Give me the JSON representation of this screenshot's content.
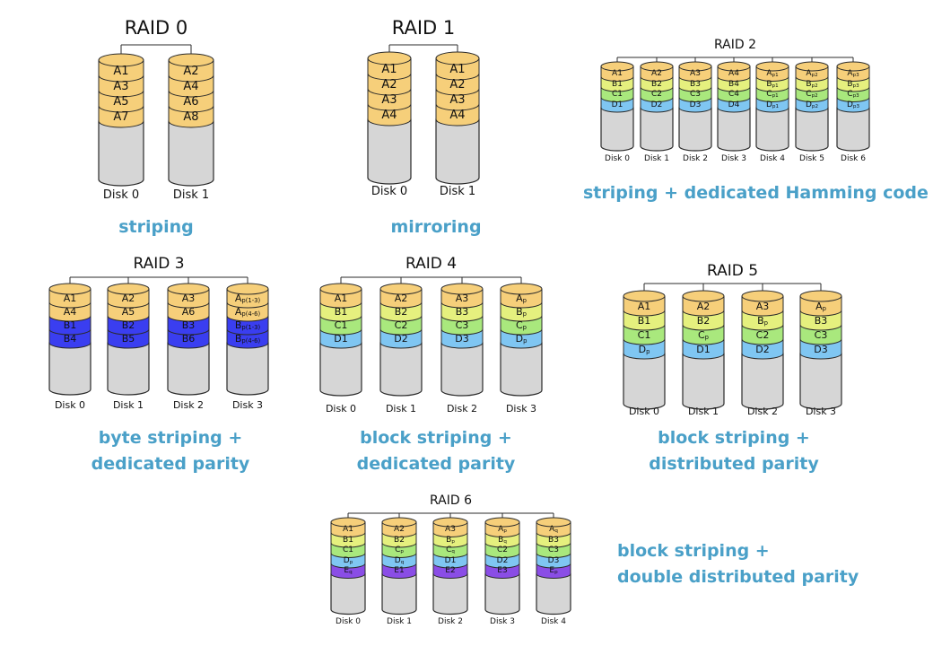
{
  "colors": {
    "A": "#f6cf7a",
    "B": "#e5f07e",
    "C": "#a9e87d",
    "D": "#7fc6f2",
    "E": "#8a4de6",
    "B3": "#3a3ef0",
    "body": "#d6d6d6",
    "outline": "#2b2b2b",
    "caption": "#4aa0c8"
  },
  "panels": [
    {
      "id": "raid0",
      "title": "RAID 0",
      "caption": [
        "striping"
      ],
      "disks": [
        {
          "label": "Disk 0",
          "blocks": [
            {
              "t": "A1",
              "c": "A"
            },
            {
              "t": "A3",
              "c": "A"
            },
            {
              "t": "A5",
              "c": "A"
            },
            {
              "t": "A7",
              "c": "A"
            }
          ]
        },
        {
          "label": "Disk 1",
          "blocks": [
            {
              "t": "A2",
              "c": "A"
            },
            {
              "t": "A4",
              "c": "A"
            },
            {
              "t": "A6",
              "c": "A"
            },
            {
              "t": "A8",
              "c": "A"
            }
          ]
        }
      ]
    },
    {
      "id": "raid1",
      "title": "RAID 1",
      "caption": [
        "mirroring"
      ],
      "disks": [
        {
          "label": "Disk 0",
          "blocks": [
            {
              "t": "A1",
              "c": "A"
            },
            {
              "t": "A2",
              "c": "A"
            },
            {
              "t": "A3",
              "c": "A"
            },
            {
              "t": "A4",
              "c": "A"
            }
          ]
        },
        {
          "label": "Disk 1",
          "blocks": [
            {
              "t": "A1",
              "c": "A"
            },
            {
              "t": "A2",
              "c": "A"
            },
            {
              "t": "A3",
              "c": "A"
            },
            {
              "t": "A4",
              "c": "A"
            }
          ]
        }
      ]
    },
    {
      "id": "raid2",
      "title": "RAID 2",
      "caption": [
        "striping + dedicated Hamming code"
      ],
      "disks": [
        {
          "label": "Disk 0",
          "blocks": [
            {
              "t": "A1",
              "c": "A"
            },
            {
              "t": "B1",
              "c": "B"
            },
            {
              "t": "C1",
              "c": "C"
            },
            {
              "t": "D1",
              "c": "D"
            }
          ]
        },
        {
          "label": "Disk 1",
          "blocks": [
            {
              "t": "A2",
              "c": "A"
            },
            {
              "t": "B2",
              "c": "B"
            },
            {
              "t": "C2",
              "c": "C"
            },
            {
              "t": "D2",
              "c": "D"
            }
          ]
        },
        {
          "label": "Disk 2",
          "blocks": [
            {
              "t": "A3",
              "c": "A"
            },
            {
              "t": "B3",
              "c": "B"
            },
            {
              "t": "C3",
              "c": "C"
            },
            {
              "t": "D3",
              "c": "D"
            }
          ]
        },
        {
          "label": "Disk 3",
          "blocks": [
            {
              "t": "A4",
              "c": "A"
            },
            {
              "t": "B4",
              "c": "B"
            },
            {
              "t": "C4",
              "c": "C"
            },
            {
              "t": "D4",
              "c": "D"
            }
          ]
        },
        {
          "label": "Disk 4",
          "blocks": [
            {
              "t": "A",
              "s": "p1",
              "c": "A"
            },
            {
              "t": "B",
              "s": "p1",
              "c": "B"
            },
            {
              "t": "C",
              "s": "p1",
              "c": "C"
            },
            {
              "t": "D",
              "s": "p1",
              "c": "D"
            }
          ]
        },
        {
          "label": "Disk 5",
          "blocks": [
            {
              "t": "A",
              "s": "p2",
              "c": "A"
            },
            {
              "t": "B",
              "s": "p2",
              "c": "B"
            },
            {
              "t": "C",
              "s": "p2",
              "c": "C"
            },
            {
              "t": "D",
              "s": "p2",
              "c": "D"
            }
          ]
        },
        {
          "label": "Disk 6",
          "blocks": [
            {
              "t": "A",
              "s": "p3",
              "c": "A"
            },
            {
              "t": "B",
              "s": "p3",
              "c": "B"
            },
            {
              "t": "C",
              "s": "p3",
              "c": "C"
            },
            {
              "t": "D",
              "s": "p3",
              "c": "D"
            }
          ]
        }
      ]
    },
    {
      "id": "raid3",
      "title": "RAID 3",
      "caption": [
        "byte striping +",
        "dedicated parity"
      ],
      "disks": [
        {
          "label": "Disk 0",
          "blocks": [
            {
              "t": "A1",
              "c": "A"
            },
            {
              "t": "A4",
              "c": "A"
            },
            {
              "t": "B1",
              "c": "B3"
            },
            {
              "t": "B4",
              "c": "B3"
            }
          ]
        },
        {
          "label": "Disk 1",
          "blocks": [
            {
              "t": "A2",
              "c": "A"
            },
            {
              "t": "A5",
              "c": "A"
            },
            {
              "t": "B2",
              "c": "B3"
            },
            {
              "t": "B5",
              "c": "B3"
            }
          ]
        },
        {
          "label": "Disk 2",
          "blocks": [
            {
              "t": "A3",
              "c": "A"
            },
            {
              "t": "A6",
              "c": "A"
            },
            {
              "t": "B3",
              "c": "B3"
            },
            {
              "t": "B6",
              "c": "B3"
            }
          ]
        },
        {
          "label": "Disk 3",
          "blocks": [
            {
              "t": "A",
              "s": "p(1-3)",
              "c": "A"
            },
            {
              "t": "A",
              "s": "p(4-6)",
              "c": "A"
            },
            {
              "t": "B",
              "s": "p(1-3)",
              "c": "B3"
            },
            {
              "t": "B",
              "s": "p(4-6)",
              "c": "B3"
            }
          ]
        }
      ]
    },
    {
      "id": "raid4",
      "title": "RAID 4",
      "caption": [
        "block striping +",
        "dedicated parity"
      ],
      "disks": [
        {
          "label": "Disk 0",
          "blocks": [
            {
              "t": "A1",
              "c": "A"
            },
            {
              "t": "B1",
              "c": "B"
            },
            {
              "t": "C1",
              "c": "C"
            },
            {
              "t": "D1",
              "c": "D"
            }
          ]
        },
        {
          "label": "Disk 1",
          "blocks": [
            {
              "t": "A2",
              "c": "A"
            },
            {
              "t": "B2",
              "c": "B"
            },
            {
              "t": "C2",
              "c": "C"
            },
            {
              "t": "D2",
              "c": "D"
            }
          ]
        },
        {
          "label": "Disk 2",
          "blocks": [
            {
              "t": "A3",
              "c": "A"
            },
            {
              "t": "B3",
              "c": "B"
            },
            {
              "t": "C3",
              "c": "C"
            },
            {
              "t": "D3",
              "c": "D"
            }
          ]
        },
        {
          "label": "Disk 3",
          "blocks": [
            {
              "t": "A",
              "s": "p",
              "c": "A"
            },
            {
              "t": "B",
              "s": "p",
              "c": "B"
            },
            {
              "t": "C",
              "s": "p",
              "c": "C"
            },
            {
              "t": "D",
              "s": "p",
              "c": "D"
            }
          ]
        }
      ]
    },
    {
      "id": "raid5",
      "title": "RAID 5",
      "caption": [
        "block striping +",
        "distributed parity"
      ],
      "disks": [
        {
          "label": "Disk 0",
          "blocks": [
            {
              "t": "A1",
              "c": "A"
            },
            {
              "t": "B1",
              "c": "B"
            },
            {
              "t": "C1",
              "c": "C"
            },
            {
              "t": "D",
              "s": "p",
              "c": "D"
            }
          ]
        },
        {
          "label": "Disk 1",
          "blocks": [
            {
              "t": "A2",
              "c": "A"
            },
            {
              "t": "B2",
              "c": "B"
            },
            {
              "t": "C",
              "s": "p",
              "c": "C"
            },
            {
              "t": "D1",
              "c": "D"
            }
          ]
        },
        {
          "label": "Disk 2",
          "blocks": [
            {
              "t": "A3",
              "c": "A"
            },
            {
              "t": "B",
              "s": "p",
              "c": "B"
            },
            {
              "t": "C2",
              "c": "C"
            },
            {
              "t": "D2",
              "c": "D"
            }
          ]
        },
        {
          "label": "Disk 3",
          "blocks": [
            {
              "t": "A",
              "s": "p",
              "c": "A"
            },
            {
              "t": "B3",
              "c": "B"
            },
            {
              "t": "C3",
              "c": "C"
            },
            {
              "t": "D3",
              "c": "D"
            }
          ]
        }
      ]
    },
    {
      "id": "raid6",
      "title": "RAID 6",
      "caption": [
        "block striping +",
        "double distributed parity"
      ],
      "disks": [
        {
          "label": "Disk 0",
          "blocks": [
            {
              "t": "A1",
              "c": "A"
            },
            {
              "t": "B1",
              "c": "B"
            },
            {
              "t": "C1",
              "c": "C"
            },
            {
              "t": "D",
              "s": "p",
              "c": "D"
            },
            {
              "t": "E",
              "s": "q",
              "c": "E"
            }
          ]
        },
        {
          "label": "Disk 1",
          "blocks": [
            {
              "t": "A2",
              "c": "A"
            },
            {
              "t": "B2",
              "c": "B"
            },
            {
              "t": "C",
              "s": "p",
              "c": "C"
            },
            {
              "t": "D",
              "s": "q",
              "c": "D"
            },
            {
              "t": "E1",
              "c": "E"
            }
          ]
        },
        {
          "label": "Disk 2",
          "blocks": [
            {
              "t": "A3",
              "c": "A"
            },
            {
              "t": "B",
              "s": "p",
              "c": "B"
            },
            {
              "t": "C",
              "s": "q",
              "c": "C"
            },
            {
              "t": "D1",
              "c": "D"
            },
            {
              "t": "E2",
              "c": "E"
            }
          ]
        },
        {
          "label": "Disk 3",
          "blocks": [
            {
              "t": "A",
              "s": "p",
              "c": "A"
            },
            {
              "t": "B",
              "s": "q",
              "c": "B"
            },
            {
              "t": "C2",
              "c": "C"
            },
            {
              "t": "D2",
              "c": "D"
            },
            {
              "t": "E3",
              "c": "E"
            }
          ]
        },
        {
          "label": "Disk 4",
          "blocks": [
            {
              "t": "A",
              "s": "q",
              "c": "A"
            },
            {
              "t": "B3",
              "c": "B"
            },
            {
              "t": "C3",
              "c": "C"
            },
            {
              "t": "D3",
              "c": "D"
            },
            {
              "t": "E",
              "s": "p",
              "c": "E"
            }
          ]
        }
      ]
    }
  ]
}
